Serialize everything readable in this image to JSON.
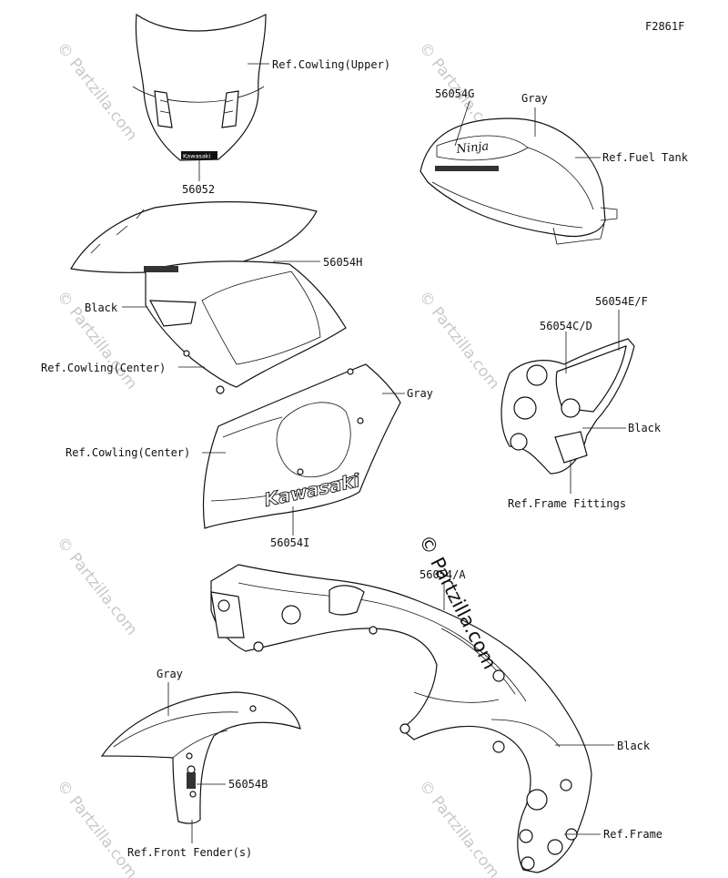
{
  "figure_code": "F2861F",
  "labels": {
    "ref_cowling_upper": "Ref.Cowling(Upper)",
    "part_56052": "56052",
    "part_56054g": "56054G",
    "gray_tank": "Gray",
    "ref_fuel_tank": "Ref.Fuel Tank",
    "part_56054h": "56054H",
    "black_cowling": "Black",
    "ref_cowling_center_1": "Ref.Cowling(Center)",
    "gray_cowling": "Gray",
    "ref_cowling_center_2": "Ref.Cowling(Center)",
    "part_56054i": "56054I",
    "part_56054ef": "56054E/F",
    "part_56054cd": "56054C/D",
    "black_fittings": "Black",
    "ref_frame_fittings": "Ref.Frame Fittings",
    "part_56054a": "56054/A",
    "black_frame": "Black",
    "ref_frame": "Ref.Frame",
    "gray_fender": "Gray",
    "part_56054b": "56054B",
    "ref_front_fender": "Ref.Front Fender(s)"
  },
  "decal_text": {
    "tank_logo": "Ninja",
    "windshield_logo": "Kawasaki",
    "cowling_logo": "Kawasaki"
  },
  "watermark": {
    "text": "© Partzilla.com",
    "faint_text": "© Partzilla.com"
  }
}
